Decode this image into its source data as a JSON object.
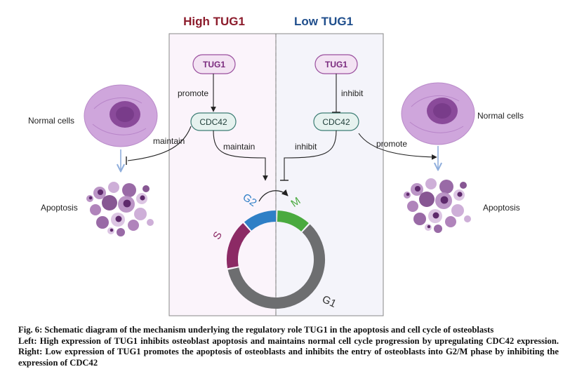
{
  "headings": {
    "left": "High TUG1",
    "right": "Low TUG1"
  },
  "left_panel": {
    "tug1": "TUG1",
    "cdc42": "CDC42",
    "promote": "promote",
    "maintain_cells": "maintain",
    "maintain_cycle": "maintain"
  },
  "right_panel": {
    "tug1": "TUG1",
    "cdc42": "CDC42",
    "inhibit_tug1": "inhibit",
    "inhibit_cycle": "inhibit",
    "promote_cells": "promote"
  },
  "left_cells": {
    "normal": "Normal cells",
    "apoptosis": "Apoptosis"
  },
  "right_cells": {
    "normal": "Normal cells",
    "apoptosis": "Apoptosis"
  },
  "cell_cycle": {
    "phases": [
      {
        "label": "S",
        "color": "#8c2a65"
      },
      {
        "label": "G2",
        "color": "#2f7fc6"
      },
      {
        "label": "M",
        "color": "#4aaa3f"
      },
      {
        "label": "G1",
        "color": "#6d6e70"
      }
    ]
  },
  "colors": {
    "high_heading": "#8c1c2c",
    "low_heading": "#1f4e8c",
    "left_bg": "#fbf4fb",
    "right_bg": "#f4f4fa",
    "tug1_fill": "#f3e3f3",
    "tug1_stroke": "#9a4f9e",
    "cdc42_fill": "#e6f2ef",
    "cdc42_stroke": "#3c7d74",
    "cell_body": "#cfa6dc",
    "cell_nucleus": "#8a4a9a"
  },
  "caption": {
    "line1": "Fig. 6: Schematic diagram of the mechanism underlying the regulatory role TUG1 in the apoptosis and cell cycle of osteoblasts",
    "line2": "Left: High expression of TUG1 inhibits osteoblast apoptosis and maintains normal cell cycle progression by upregulating CDC42 expression. Right: Low expression of TUG1 promotes the apoptosis of osteoblasts and inhibits the entry of osteoblasts into G2/M phase by inhibiting the expression of CDC42"
  }
}
